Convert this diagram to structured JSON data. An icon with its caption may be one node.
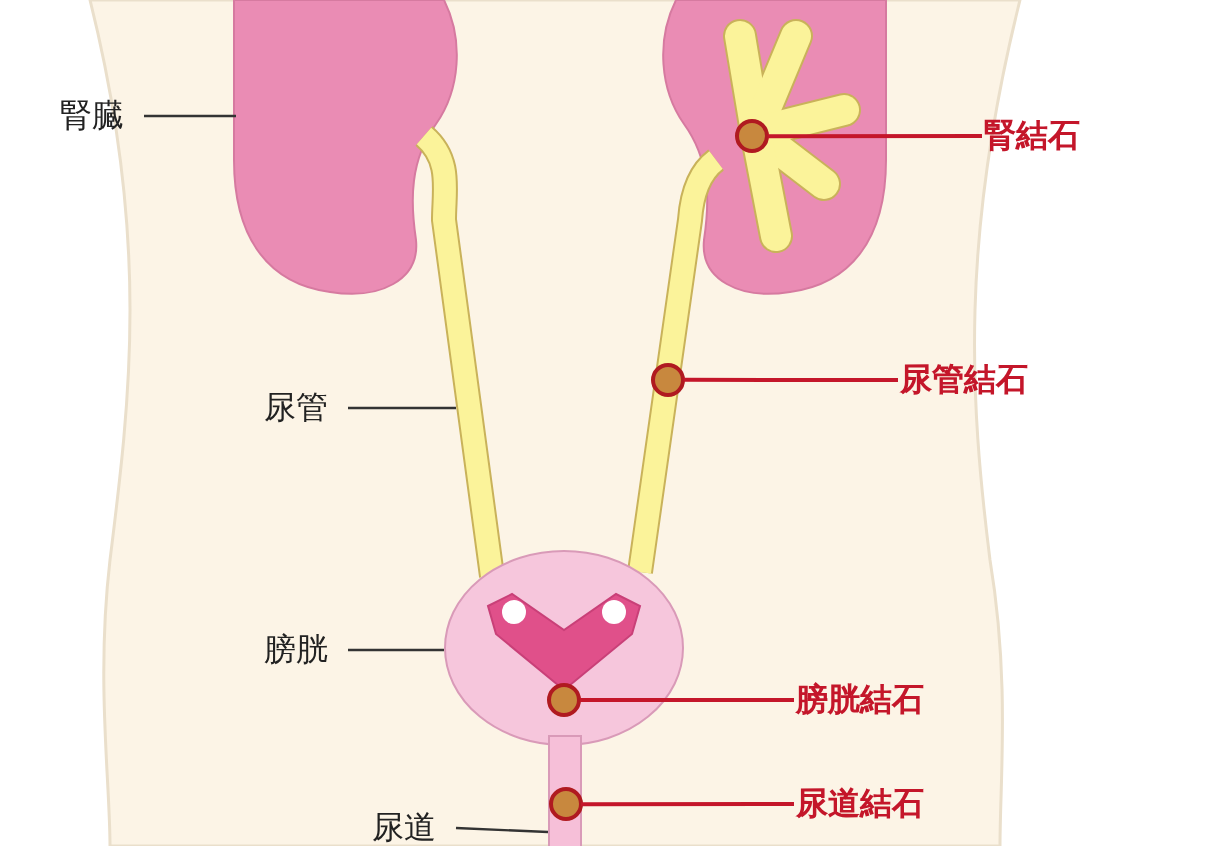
{
  "diagram": {
    "nodes": [
      {
        "text": [
          "腎臓"
        ]
      },
      {
        "text": [],
        "shape": "kidney"
      },
      {
        "text": [],
        "shape": "kidney"
      },
      {
        "text": [],
        "shape": "circle",
        "in": 2
      },
      {
        "text": [
          "腎結石"
        ]
      },
      {
        "text": [
          "尿管"
        ]
      },
      {
        "text": [],
        "shape": "tube"
      },
      {
        "text": [],
        "shape": "tube"
      },
      {
        "text": [],
        "shape": "circle",
        "in": 7
      },
      {
        "text": [
          "尿管結石"
        ]
      },
      {
        "text": [
          "膀胱"
        ]
      },
      {
        "text": [],
        "shape": "circle"
      },
      {
        "text": [],
        "shape": "circle",
        "in": 11
      },
      {
        "text": [
          "膀胱結石"
        ]
      },
      {
        "text": [
          "尿道"
        ]
      },
      {
        "text": [],
        "shape": "tube"
      },
      {
        "text": [],
        "shape": "circle",
        "in": 15
      },
      {
        "text": [
          "尿道結石"
        ]
      }
    ],
    "edges": [
      {
        "from": 0,
        "to": 1,
        "arrow": "none"
      },
      {
        "from": 4,
        "to": 3,
        "arrow": "none",
        "color": "#c4162a"
      },
      {
        "from": 5,
        "to": 6,
        "arrow": "none"
      },
      {
        "from": 9,
        "to": 8,
        "arrow": "none",
        "color": "#c4162a"
      },
      {
        "from": 10,
        "to": 11,
        "arrow": "none"
      },
      {
        "from": 13,
        "to": 12,
        "arrow": "none",
        "color": "#c4162a"
      },
      {
        "from": 14,
        "to": 15,
        "arrow": "none"
      },
      {
        "from": 17,
        "to": 16,
        "arrow": "none",
        "color": "#c4162a"
      }
    ]
  }
}
